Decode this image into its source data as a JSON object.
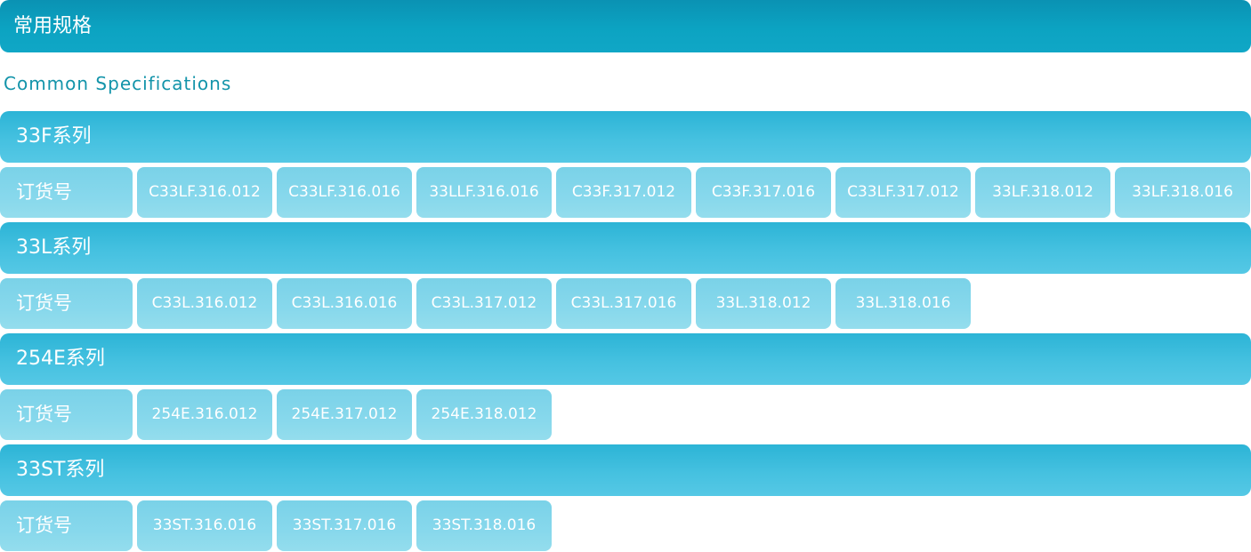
{
  "header": {
    "title": "常用规格"
  },
  "subtitle": "Common Specifications",
  "row_label": "订货号",
  "series": [
    {
      "name": "33F系列",
      "items": [
        "C33LF.316.012",
        "C33LF.316.016",
        "33LLF.316.016",
        "C33F.317.012",
        "C33F.317.016",
        "C33LF.317.012",
        "33LF.318.012",
        "33LF.318.016"
      ]
    },
    {
      "name": "33L系列",
      "items": [
        "C33L.316.012",
        "C33L.316.016",
        "C33L.317.012",
        "C33L.317.016",
        "33L.318.012",
        "33L.318.016"
      ]
    },
    {
      "name": "254E系列",
      "items": [
        "254E.316.012",
        "254E.317.012",
        "254E.318.012"
      ]
    },
    {
      "name": "33ST系列",
      "items": [
        "33ST.316.016",
        "33ST.317.016",
        "33ST.318.016"
      ]
    }
  ]
}
